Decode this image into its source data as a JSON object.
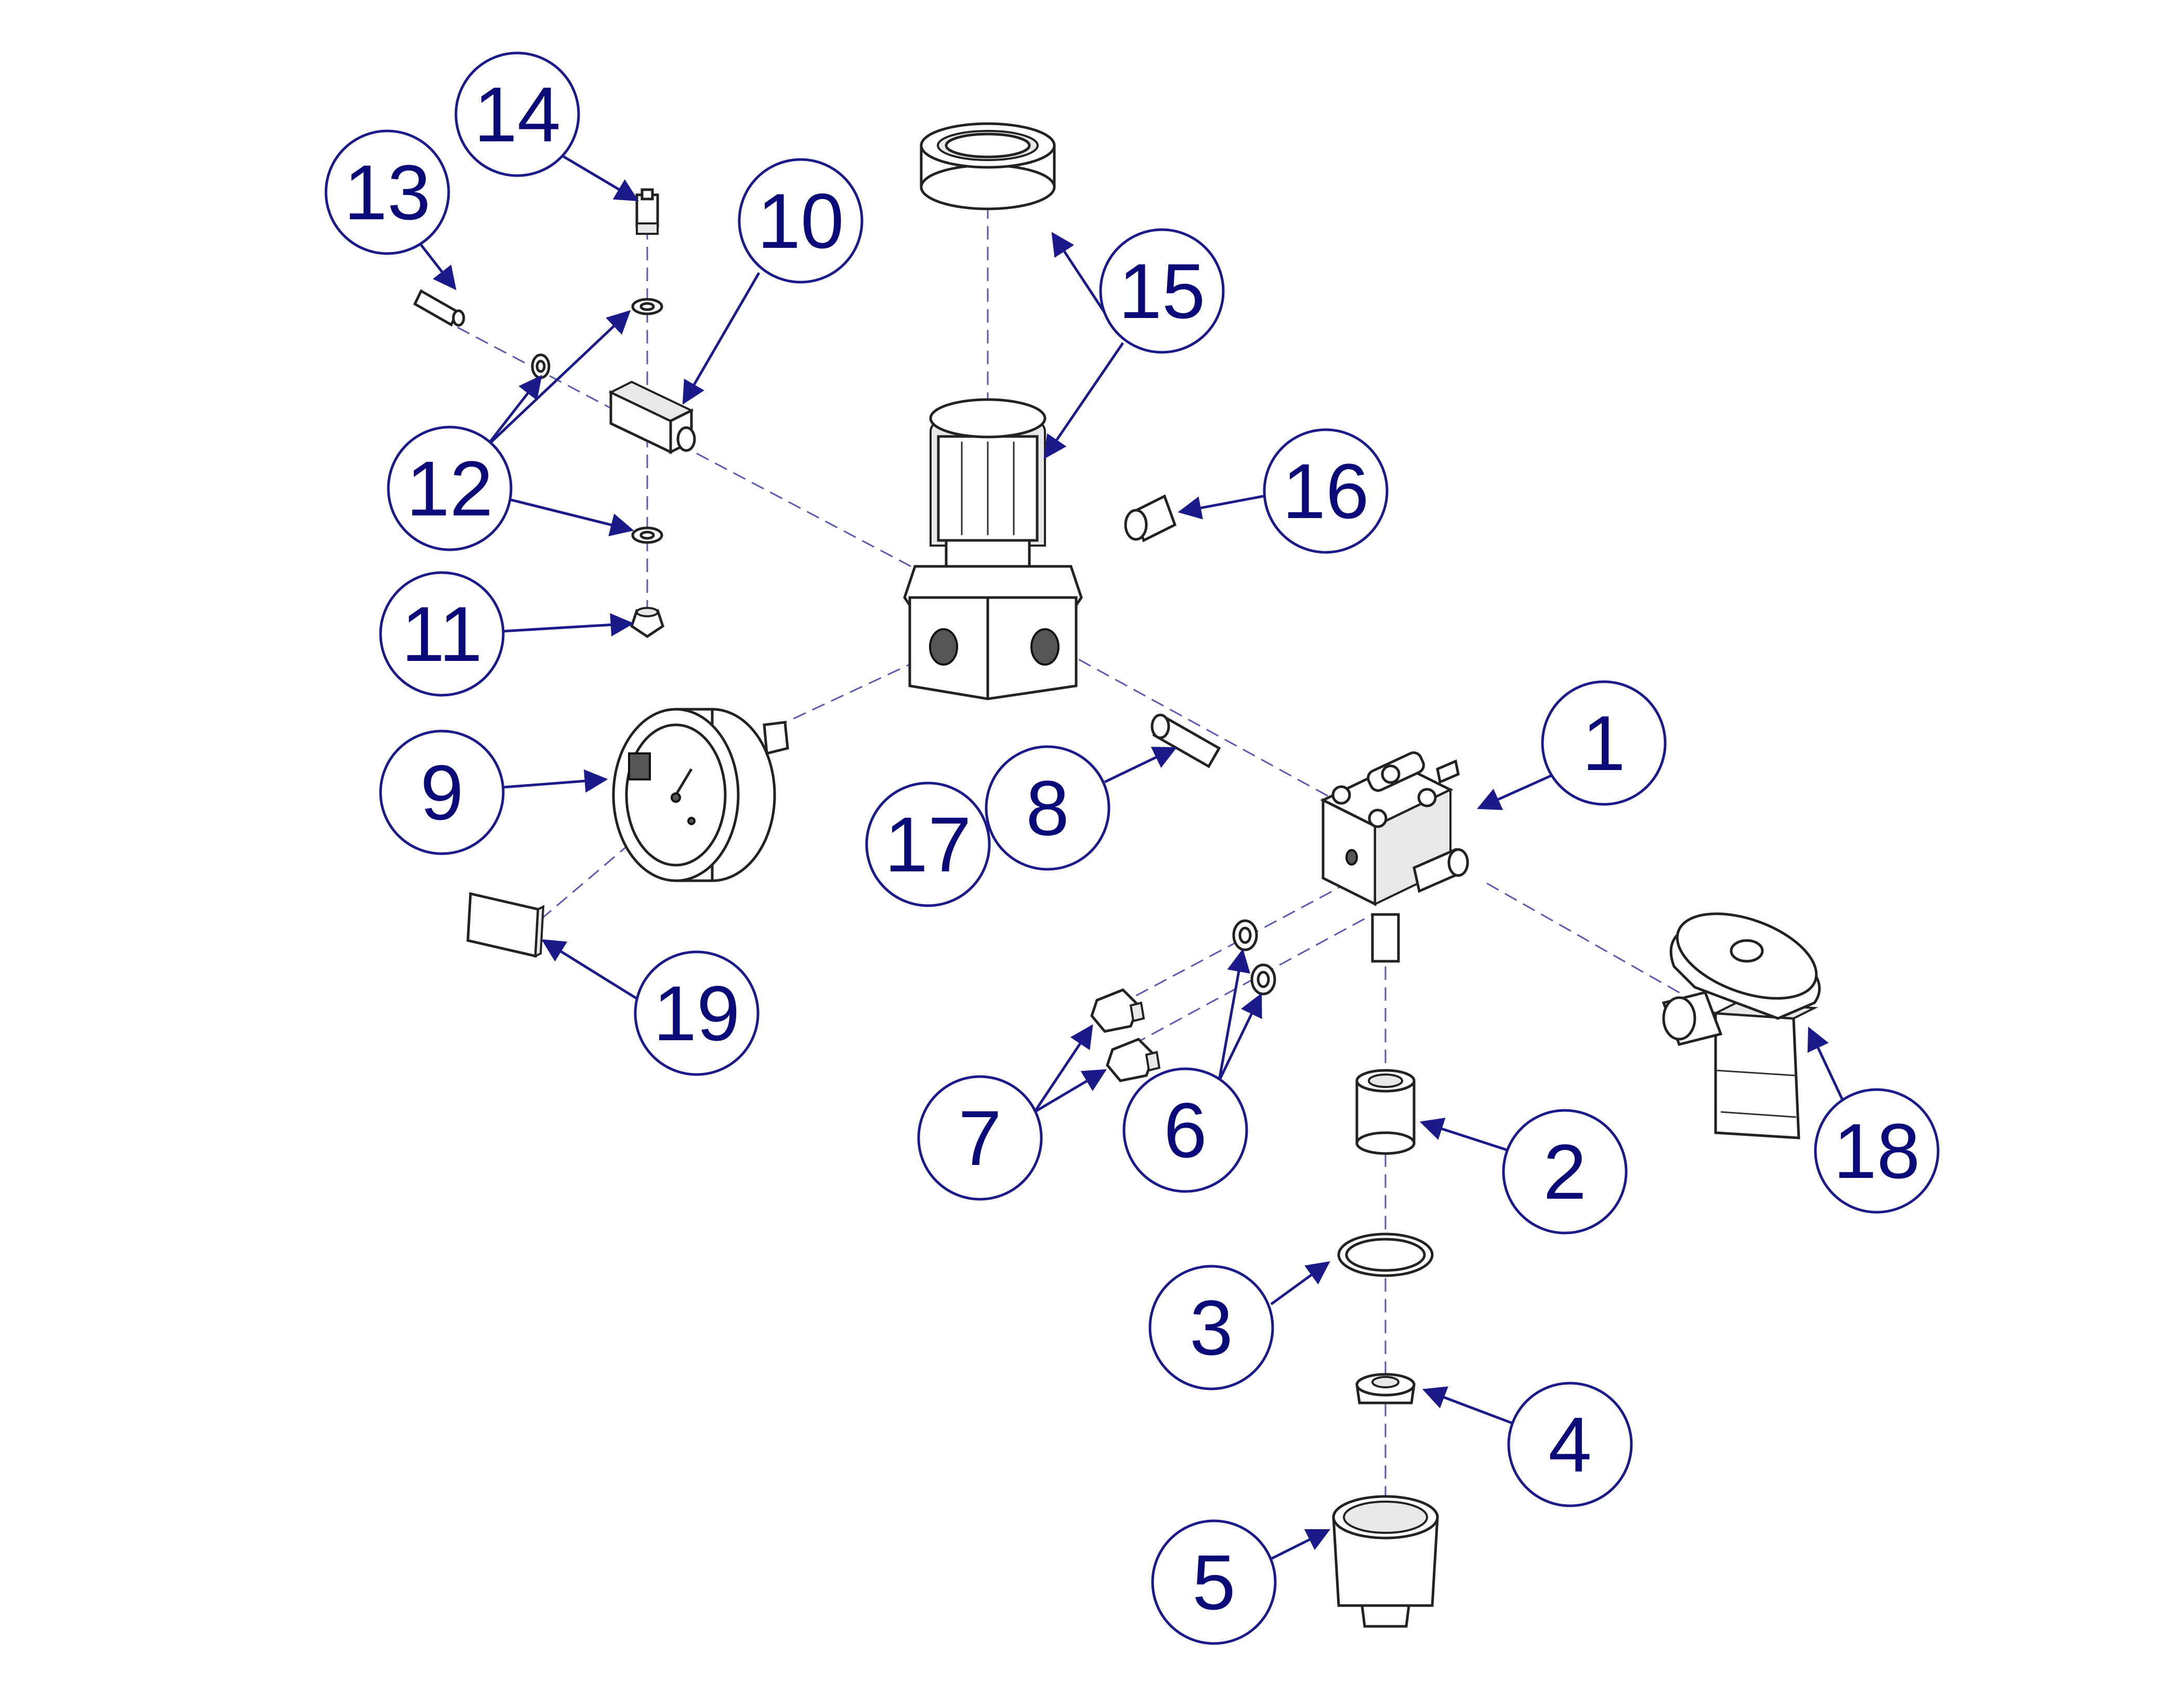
{
  "diagram": {
    "callouts": [
      {
        "id": "1",
        "label": "1"
      },
      {
        "id": "2",
        "label": "2"
      },
      {
        "id": "3",
        "label": "3"
      },
      {
        "id": "4",
        "label": "4"
      },
      {
        "id": "5",
        "label": "5"
      },
      {
        "id": "6",
        "label": "6"
      },
      {
        "id": "7",
        "label": "7"
      },
      {
        "id": "8",
        "label": "8"
      },
      {
        "id": "9",
        "label": "9"
      },
      {
        "id": "10",
        "label": "10"
      },
      {
        "id": "11",
        "label": "11"
      },
      {
        "id": "12",
        "label": "12"
      },
      {
        "id": "13",
        "label": "13"
      },
      {
        "id": "14",
        "label": "14"
      },
      {
        "id": "15",
        "label": "15"
      },
      {
        "id": "16",
        "label": "16"
      },
      {
        "id": "17",
        "label": "17"
      },
      {
        "id": "18",
        "label": "18"
      },
      {
        "id": "19",
        "label": "19"
      }
    ],
    "colors": {
      "callout_stroke": "#1a1a8a",
      "callout_text": "#0a0a78",
      "centerline": "#5a5ab0",
      "part_line": "#222222"
    }
  }
}
